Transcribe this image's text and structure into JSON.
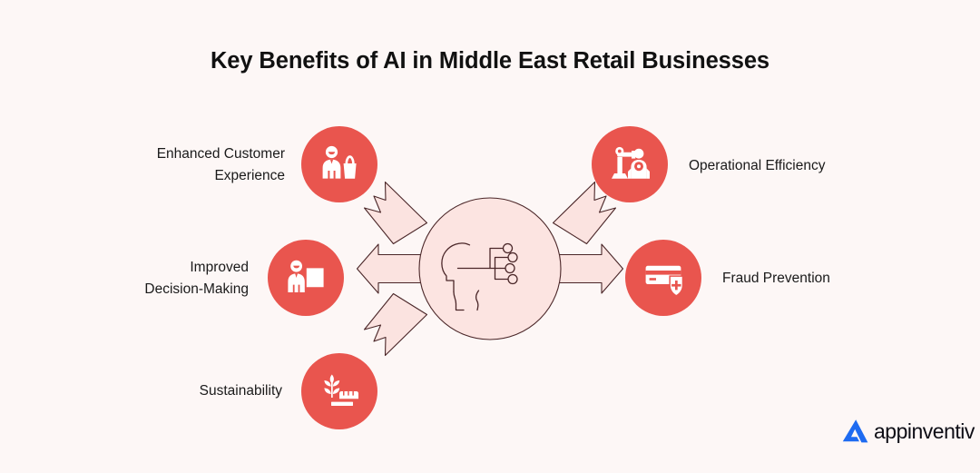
{
  "page": {
    "title": "Key Benefits of AI in Middle East Retail Businesses",
    "background_color": "#FDF7F6",
    "accent_color": "#E9554E",
    "hub_fill_color": "#FCE4E1",
    "outline_color": "#4A2628",
    "text_color": "#1A1A1A"
  },
  "hub": {
    "icon": "ai-head-circuit-icon",
    "arrow_count": 5,
    "arrow_directions": [
      "up-left",
      "up-right",
      "left",
      "right",
      "down-left"
    ]
  },
  "benefits": [
    {
      "id": "enhanced-customer-experience",
      "label": "Enhanced Customer\nExperience",
      "icon": "customer-shopping-bag-icon",
      "side": "left"
    },
    {
      "id": "operational-efficiency",
      "label": "Operational Efficiency",
      "icon": "robotic-arm-worker-icon",
      "side": "right"
    },
    {
      "id": "improved-decision-making",
      "label": "Improved\nDecision-Making",
      "icon": "person-bar-chart-icon",
      "side": "left"
    },
    {
      "id": "fraud-prevention",
      "label": "Fraud Prevention",
      "icon": "credit-card-shield-icon",
      "side": "right"
    },
    {
      "id": "sustainability",
      "label": "Sustainability",
      "icon": "wheat-truck-icon",
      "side": "left"
    }
  ],
  "logo": {
    "name": "appinventiv",
    "mark": "appinventiv-a-chevron-icon",
    "mark_color": "#1E6BF1"
  }
}
